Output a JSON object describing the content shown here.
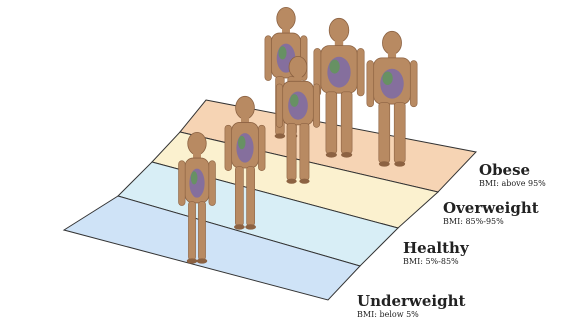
{
  "title": "",
  "bands": [
    {
      "name": "Obese",
      "bmi": "BMI: above 95%",
      "color": "#f6d4b4"
    },
    {
      "name": "Overweight",
      "bmi": "BMI: 85%-95%",
      "color": "#fbf1cf"
    },
    {
      "name": "Healthy",
      "bmi": "BMI: 5%-85%",
      "color": "#d8eef6"
    },
    {
      "name": "Underweight",
      "bmi": "BMI: below 5%",
      "color": "#cfe3f7"
    }
  ],
  "figure_colors": {
    "skin": "#b88a62",
    "skin_dark": "#8c6242",
    "organs": "#7b6aa8",
    "organs_accent": "#5f9a55"
  },
  "figure_counts": {
    "underweight": 1,
    "healthy": 1,
    "overweight": 1,
    "obese": 3
  }
}
